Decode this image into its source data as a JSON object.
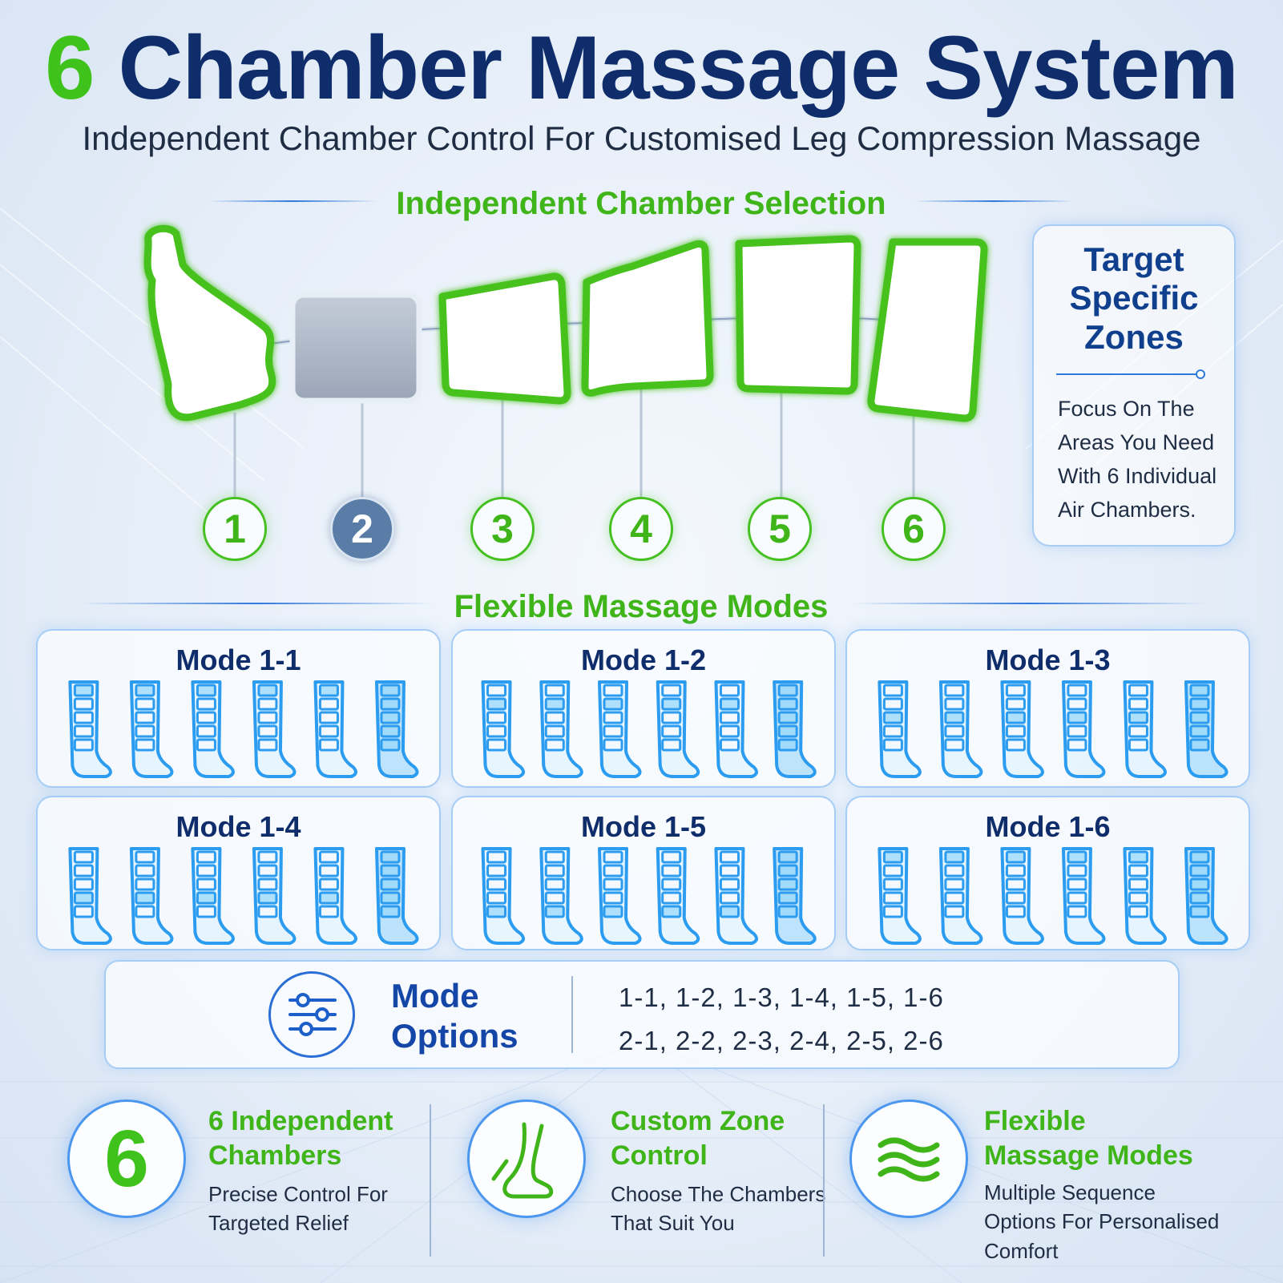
{
  "header": {
    "title_number": "6",
    "title_text": "Chamber Massage System",
    "subtitle": "Independent Chamber Control For Customised Leg Compression Massage"
  },
  "chamber_selection": {
    "heading": "Independent Chamber Selection",
    "chambers": [
      {
        "number": "1",
        "active": true
      },
      {
        "number": "2",
        "active": false
      },
      {
        "number": "3",
        "active": true
      },
      {
        "number": "4",
        "active": true
      },
      {
        "number": "5",
        "active": true
      },
      {
        "number": "6",
        "active": true
      }
    ],
    "active_color": "#46c11f",
    "inactive_color": "#5a7da8"
  },
  "target_box": {
    "title_lines": [
      "Target",
      "Specific",
      "Zones"
    ],
    "text_lines": [
      "Focus On The",
      "Areas You Need",
      "With 6 Individual",
      "Air Chambers."
    ]
  },
  "modes": {
    "heading": "Flexible Massage Modes",
    "items": [
      {
        "label": "Mode 1-1"
      },
      {
        "label": "Mode 1-2"
      },
      {
        "label": "Mode 1-3"
      },
      {
        "label": "Mode 1-4"
      },
      {
        "label": "Mode 1-5"
      },
      {
        "label": "Mode 1-6"
      }
    ],
    "leg_color": "#2b9cf0"
  },
  "mode_options": {
    "title_line1": "Mode",
    "title_line2": "Options",
    "icon": "sliders-icon",
    "line1": "1-1, 1-2, 1-3, 1-4, 1-5, 1-6",
    "line2": "2-1, 2-2, 2-3, 2-4, 2-5, 2-6"
  },
  "features": [
    {
      "icon_text": "6",
      "title_lines": [
        "6 Independent",
        "Chambers"
      ],
      "desc_lines": [
        "Precise Control For",
        "Targeted Relief"
      ]
    },
    {
      "icon": "foot-icon",
      "title_lines": [
        "Custom Zone",
        "Control"
      ],
      "desc_lines": [
        "Choose The Chambers",
        "That Suit You"
      ]
    },
    {
      "icon": "waves-icon",
      "title_lines": [
        "Flexible",
        "Massage Modes"
      ],
      "desc_lines": [
        "Multiple Sequence",
        "Options For Personalised",
        "Comfort"
      ]
    }
  ],
  "colors": {
    "navy": "#0f2d6b",
    "green": "#3fb51a",
    "blue": "#2b6fd6"
  }
}
